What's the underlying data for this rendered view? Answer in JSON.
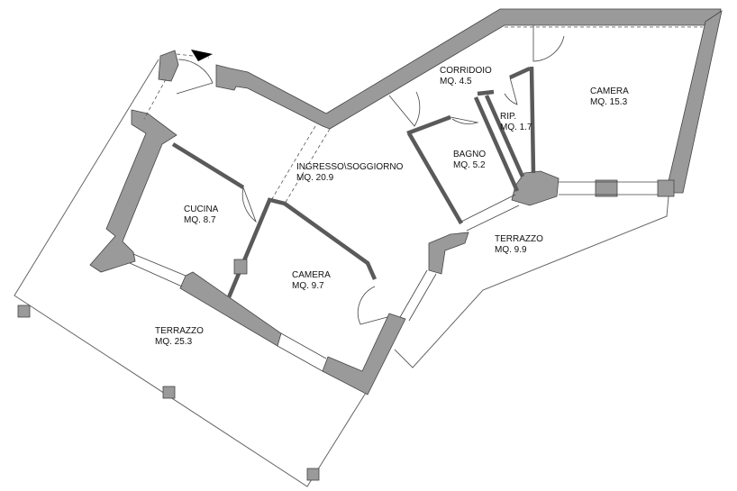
{
  "rooms": {
    "corridoio": {
      "name": "CORRIDOIO",
      "area": "MQ. 4.5"
    },
    "camera_nord": {
      "name": "CAMERA",
      "area": "MQ. 15.3"
    },
    "ripostiglio": {
      "name": "RIP.",
      "area": "MQ. 1.7"
    },
    "bagno": {
      "name": "BAGNO",
      "area": "MQ. 5.2"
    },
    "soggiorno": {
      "name": "INGRESSO\\SOGGIORNO",
      "area": "MQ. 20.9"
    },
    "cucina": {
      "name": "CUCINA",
      "area": "MQ. 8.7"
    },
    "camera_sud": {
      "name": "CAMERA",
      "area": "MQ. 9.7"
    },
    "terrazzo_est": {
      "name": "TERRAZZO",
      "area": "MQ. 9.9"
    },
    "terrazzo_ovest": {
      "name": "TERRAZZO",
      "area": "MQ. 25.3"
    }
  },
  "colors": {
    "wall": "#9a9a9a",
    "line": "#444444"
  },
  "icons": {
    "entrance": "entrance-arrow-icon"
  }
}
